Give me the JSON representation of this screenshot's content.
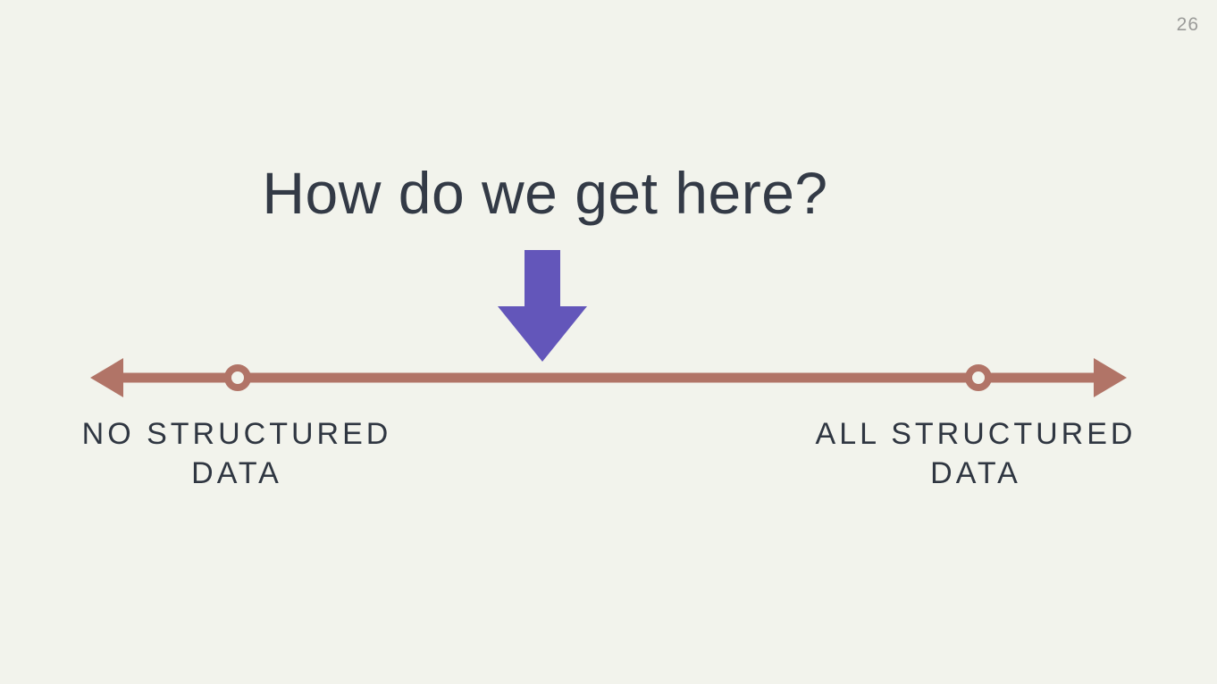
{
  "page_number": "26",
  "title": "How do we get here?",
  "spectrum": {
    "left_label": {
      "line1": "NO STRUCTURED",
      "line2": "DATA"
    },
    "right_label": {
      "line1": "ALL STRUCTURED",
      "line2": "DATA"
    }
  },
  "icons": {
    "down_arrow": "down-arrow-icon",
    "left_arrowhead": "arrow-left-icon",
    "right_arrowhead": "arrow-right-icon",
    "marker": "circle-marker-icon"
  },
  "colors": {
    "bg": "#F2F3EC",
    "text": "#333A46",
    "muted": "#9B9B99",
    "accent_purple": "#6356BA",
    "accent_terracotta": "#B17467"
  }
}
